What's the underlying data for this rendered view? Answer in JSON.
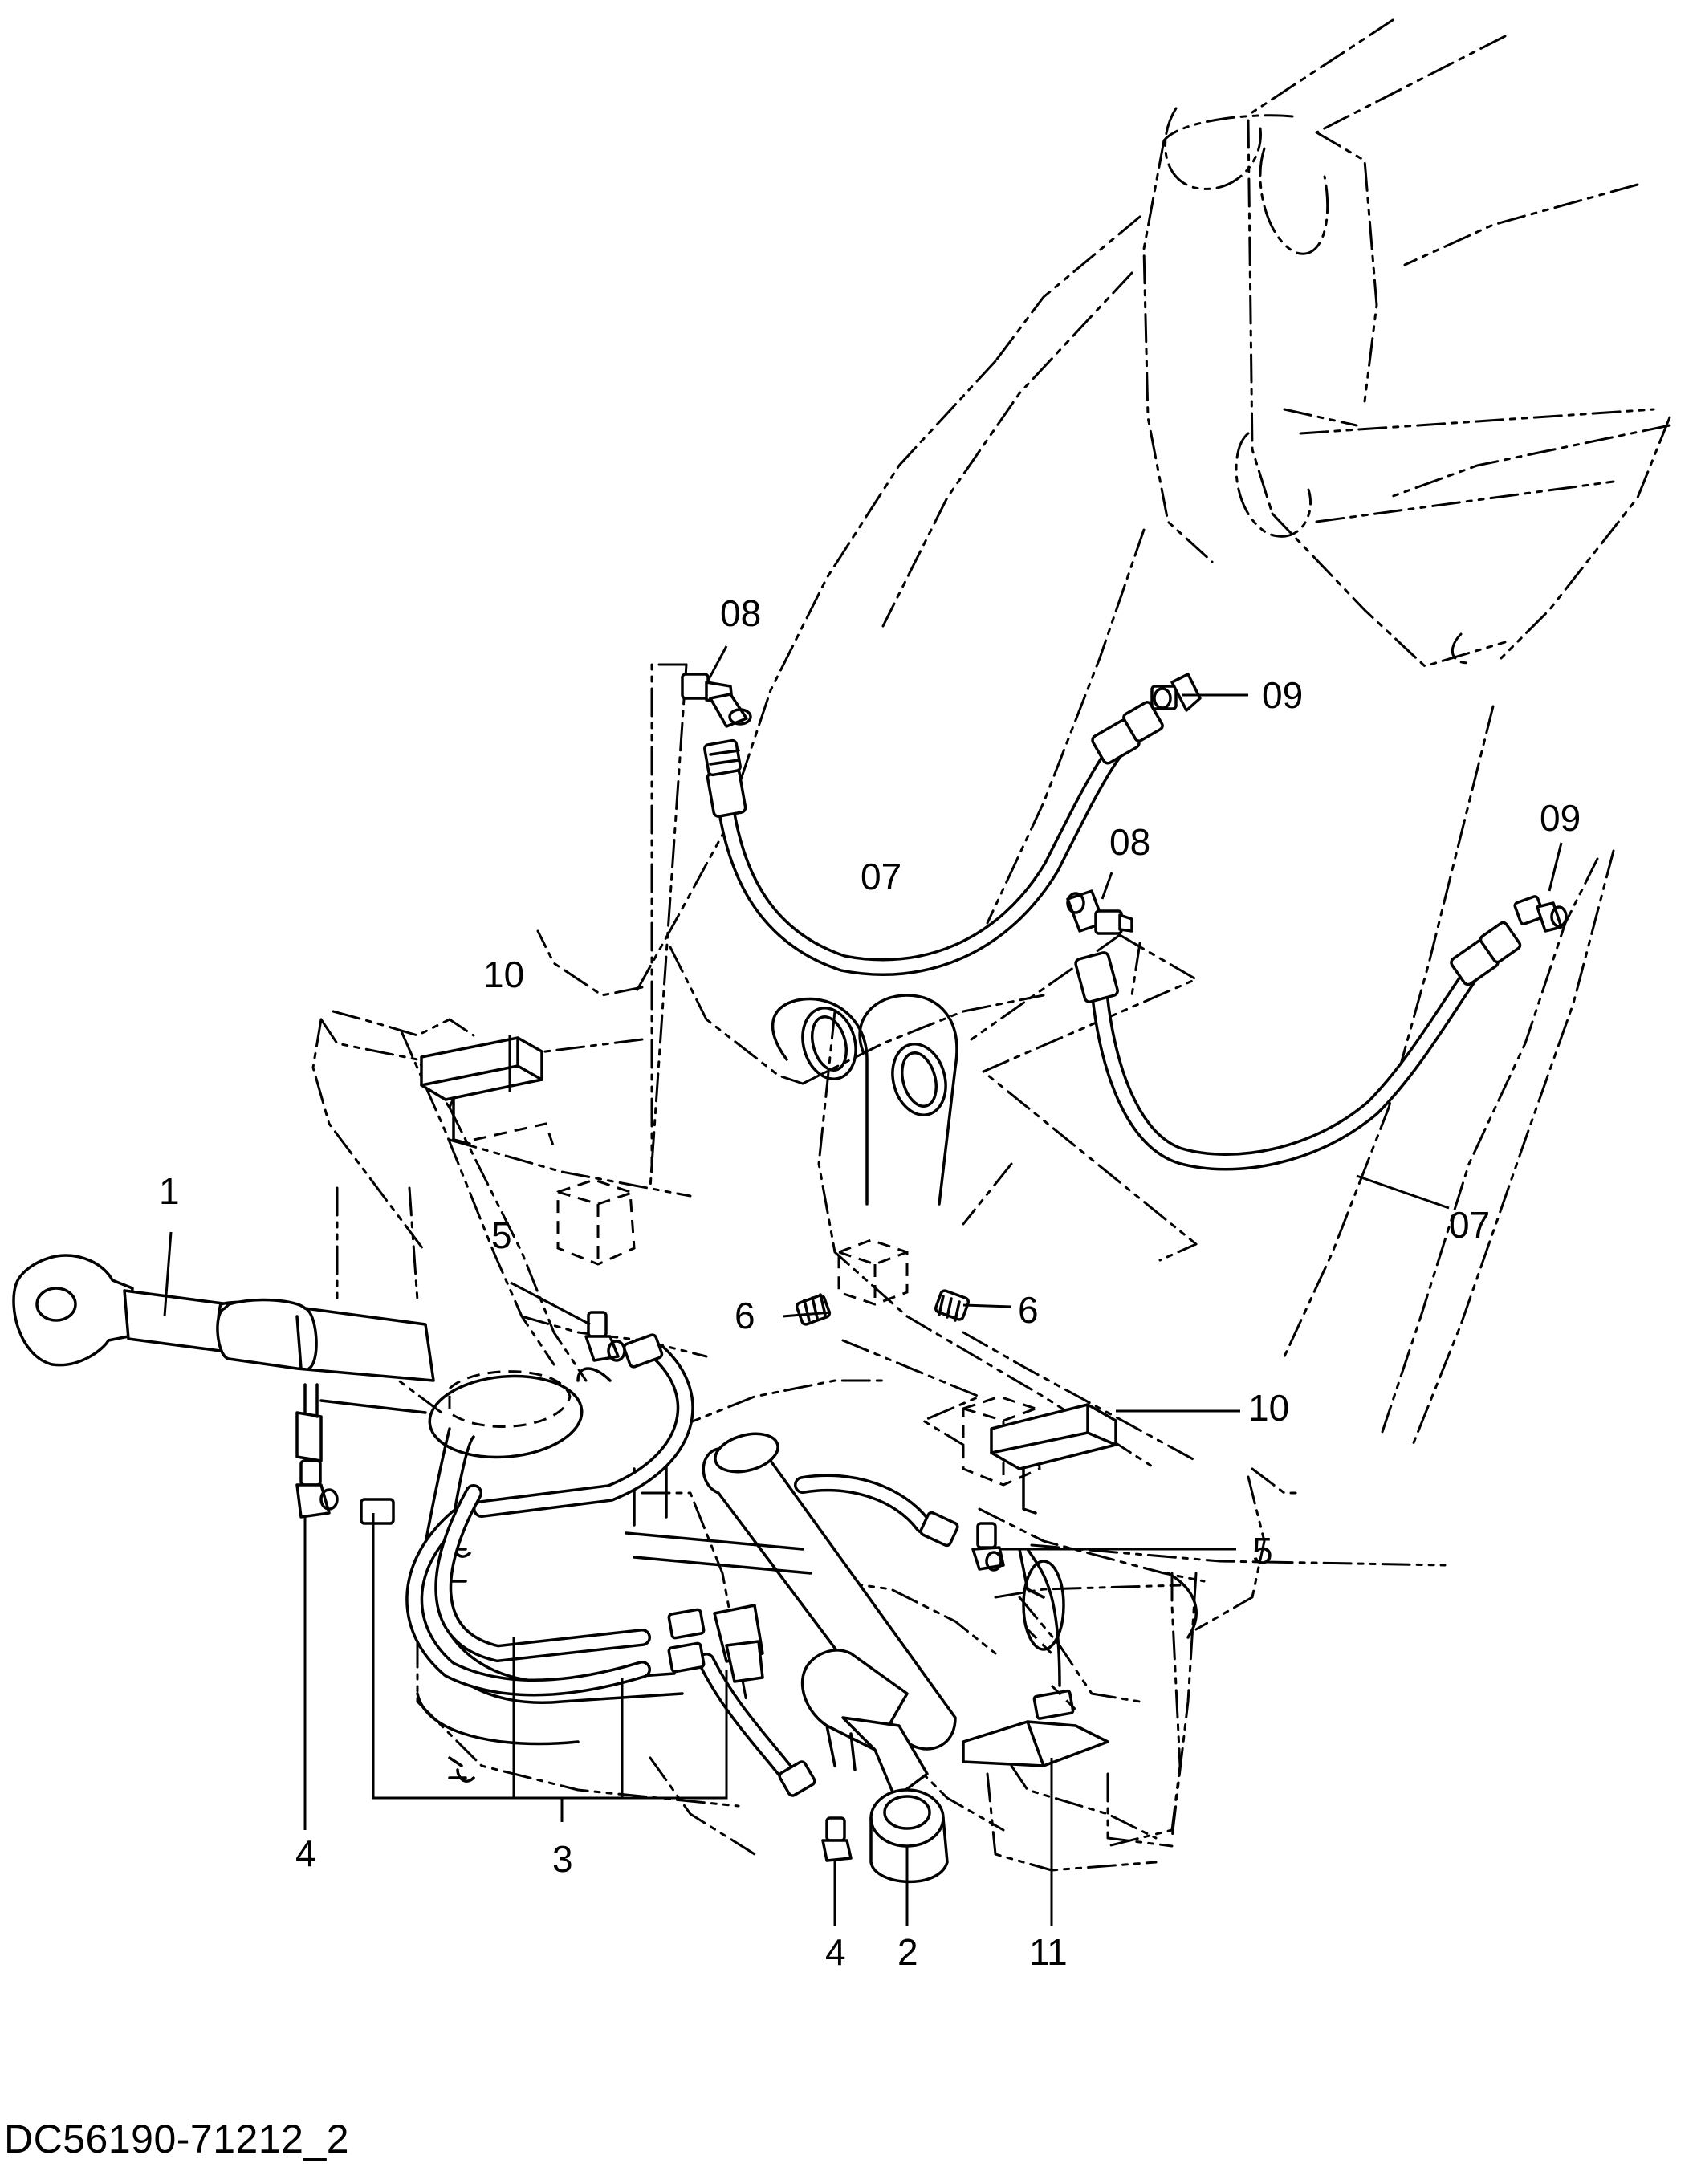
{
  "document_id": "DC56190-71212_2",
  "callouts": {
    "c1": "1",
    "c2": "2",
    "c3": "3",
    "c4a": "4",
    "c4b": "4",
    "c5a": "5",
    "c5b": "5",
    "c6a": "6",
    "c6b": "6",
    "c07a": "07",
    "c07b": "07",
    "c08a": "08",
    "c08b": "08",
    "c09a": "09",
    "c09b": "09",
    "c10a": "10",
    "c10b": "10",
    "c11": "11"
  }
}
